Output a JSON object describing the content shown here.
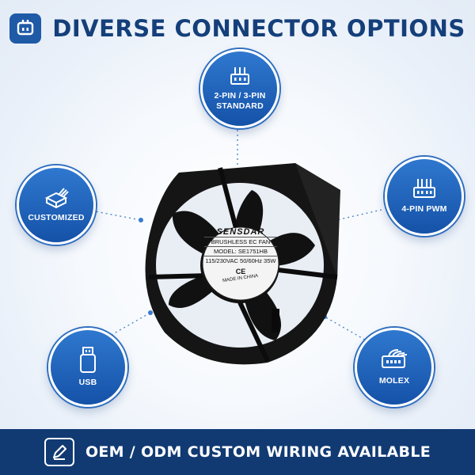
{
  "header": {
    "title": "DIVERSE CONNECTOR OPTIONS",
    "icon": "connector-plug-icon"
  },
  "options": [
    {
      "id": "2pin",
      "label": "2-PIN / 3-PIN STANDARD",
      "icon": "three-pin-connector-icon"
    },
    {
      "id": "customized",
      "label": "CUSTOMIZED",
      "icon": "custom-connector-icon"
    },
    {
      "id": "4pin",
      "label": "4-PIN PWM",
      "icon": "four-pin-connector-icon"
    },
    {
      "id": "usb",
      "label": "USB",
      "icon": "usb-icon"
    },
    {
      "id": "molex",
      "label": "MOLEX",
      "icon": "molex-connector-icon"
    }
  ],
  "fan_label": {
    "brand": "SENSDAR",
    "type": "BRUSHLESS EC FAN",
    "model": "MODEL: SE1751HB",
    "rating": "115/230VAC 50/60Hz 35W",
    "cert": "CE",
    "origin": "MADE IN CHINA"
  },
  "footer": {
    "text": "OEM / ODM CUSTOM WIRING AVAILABLE",
    "icon": "edit-pencil-icon"
  },
  "colors": {
    "primary_blue": "#1f5aa6",
    "dark_navy": "#113a73",
    "title_navy": "#143f7a",
    "badge_blue": "#2f78cf"
  }
}
